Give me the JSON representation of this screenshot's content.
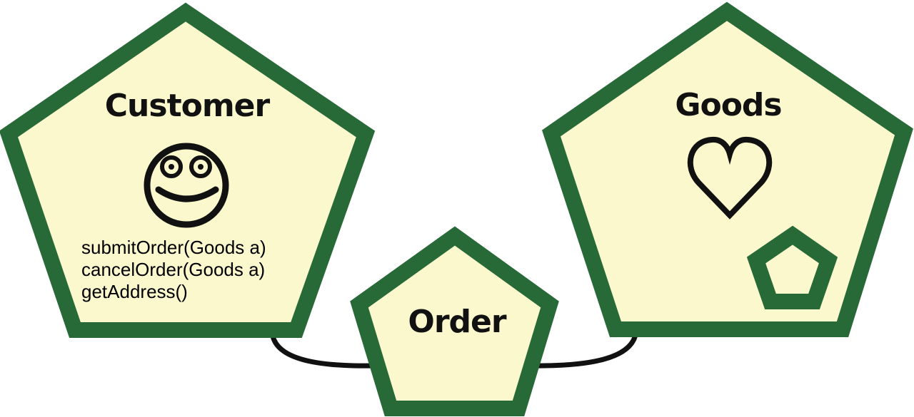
{
  "colors": {
    "fill": "#fbf8cd",
    "border": "#276937",
    "ink": "#111111",
    "background": "#ffffff"
  },
  "nodes": {
    "customer": {
      "title": "Customer",
      "icon": "smiley-face-icon",
      "methods": [
        "submitOrder(Goods a)",
        "cancelOrder(Goods a)",
        "getAddress()"
      ]
    },
    "order": {
      "title": "Order"
    },
    "goods": {
      "title": "Goods",
      "icon": "heart-icon",
      "inner_shape": "small-pentagon-icon"
    }
  },
  "links": [
    {
      "from": "customer",
      "to": "order"
    },
    {
      "from": "order",
      "to": "goods"
    }
  ]
}
